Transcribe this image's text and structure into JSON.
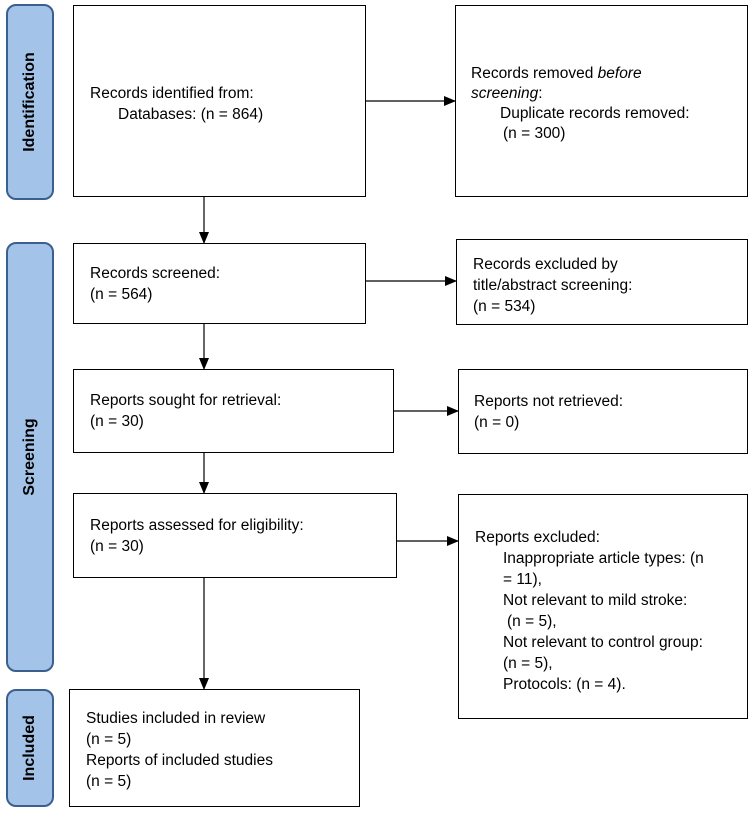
{
  "phases": {
    "identification": "Identification",
    "screening": "Screening",
    "included": "Included"
  },
  "boxes": {
    "identified": {
      "line1": "Records identified from:",
      "line2": "Databases: (n = 864)"
    },
    "removed": {
      "line1_a": "Records removed ",
      "line1_b": "before",
      "line2_a": "screening",
      "line2_b": ":",
      "line3": "Duplicate records removed:",
      "line4": "(n = 300)"
    },
    "screened": {
      "line1": "Records screened:",
      "line2": "(n = 564)"
    },
    "excluded_title": {
      "line1": "Records excluded by",
      "line2": "title/abstract screening:",
      "line3": "(n = 534)"
    },
    "sought": {
      "line1": "Reports sought for retrieval:",
      "line2": "(n = 30)"
    },
    "not_retrieved": {
      "line1": "Reports not retrieved:",
      "line2": "(n = 0)"
    },
    "assessed": {
      "line1": "Reports assessed for eligibility:",
      "line2": "(n = 30)"
    },
    "reports_excluded": {
      "line1": "Reports excluded:",
      "line2": "Inappropriate article types: (n",
      "line3": "= 11),",
      "line4": "Not relevant to mild stroke:",
      "line5": "(n = 5),",
      "line6": "Not relevant to control group:",
      "line7": "(n = 5),",
      "line8": "Protocols: (n = 4)."
    },
    "included": {
      "line1": "Studies included in review",
      "line2": "(n = 5)",
      "line3": "Reports of included studies",
      "line4": "(n = 5)"
    }
  },
  "colors": {
    "phase_fill": "#a3c3e8",
    "phase_border": "#3b5f8f",
    "line": "#000000"
  }
}
